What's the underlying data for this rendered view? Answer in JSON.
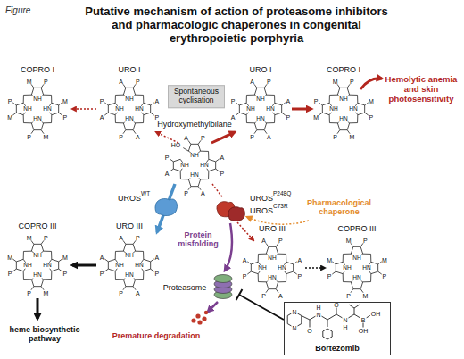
{
  "diagram": {
    "title": "Putative mechanism of action of proteasome inhibitors and pharmacologic chaperones in congenital erythropoietic porphyria",
    "nodes": [
      {
        "text": [
          "Spontaneous cyclisation"
        ]
      },
      {
        "text": [
          "Bortezomib"
        ]
      }
    ],
    "labels": [
      "Figure",
      "COPRO I",
      "NH",
      "HN",
      "HN",
      "NH",
      "M",
      "P",
      "M",
      "P",
      "M",
      "P",
      "M",
      "P",
      "URO I",
      "NH",
      "HN",
      "HN",
      "NH",
      "A",
      "P",
      "A",
      "P",
      "A",
      "P",
      "A",
      "P",
      "URO I",
      "NH",
      "HN",
      "HN",
      "NH",
      "A",
      "P",
      "A",
      "P",
      "A",
      "P",
      "A",
      "P",
      "COPRO I",
      "NH",
      "HN",
      "HN",
      "NH",
      "M",
      "P",
      "M",
      "P",
      "M",
      "P",
      "M",
      "P",
      "Hemolytic anemia and skin photosensitivity",
      "Hydroxymethylbilane",
      "NH",
      "HN",
      "HN",
      "NH",
      "A",
      "P",
      "A",
      "P",
      "A",
      "P",
      "A",
      "P",
      "HO",
      "UROS",
      "WT",
      "UROS",
      "P248Q",
      "UROS",
      "C73R",
      "Pharmacological chaperone",
      "COPRO III",
      "NH",
      "HN",
      "HN",
      "NH",
      "M",
      "P",
      "M",
      "P",
      "M",
      "P",
      "P",
      "M",
      "URO III",
      "NH",
      "HN",
      "HN",
      "NH",
      "A",
      "P",
      "A",
      "P",
      "A",
      "P",
      "P",
      "A",
      "URO III",
      "NH",
      "HN",
      "HN",
      "NH",
      "A",
      "P",
      "A",
      "P",
      "A",
      "P",
      "P",
      "A",
      "COPRO III",
      "NH",
      "HN",
      "HN",
      "NH",
      "M",
      "P",
      "M",
      "P",
      "M",
      "P",
      "P",
      "M",
      "heme biosynthetic pathway",
      "Protein misfolding",
      "Proteasome",
      "Premature degradation",
      "N",
      "N",
      "O",
      "N",
      "H",
      "O",
      "N",
      "H",
      "B",
      "OH",
      "OH"
    ]
  }
}
